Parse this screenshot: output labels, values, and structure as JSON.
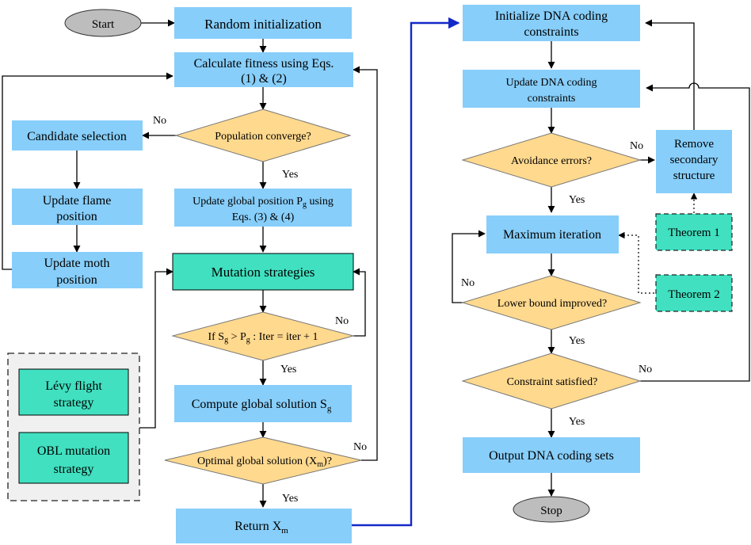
{
  "nodes": {
    "start": "Start",
    "random_init": "Random initialization",
    "calc_fitness_1": "Calculate fitness using Eqs.",
    "calc_fitness_2": "(1) & (2)",
    "pop_converge": "Population converge?",
    "candidate_sel": "Candidate selection",
    "update_flame_1": "Update flame",
    "update_flame_2": "position",
    "update_moth_1": "Update moth",
    "update_moth_2": "position",
    "update_global_1a": "Update global position P",
    "update_global_1sub": "g",
    "update_global_1b": " using",
    "update_global_2": "Eqs. (3) & (4)",
    "mutation": "Mutation strategies",
    "if_sg_a": "If S",
    "if_sg_sub1": "g",
    "if_sg_b": " > P",
    "if_sg_sub2": "g",
    "if_sg_c": " : Iter = iter + 1",
    "levy_1": "Lévy flight",
    "levy_2": "strategy",
    "obl_1": "OBL mutation",
    "obl_2": "strategy",
    "compute_global_a": "Compute global solution S",
    "compute_global_sub": "g",
    "optimal_a": "Optimal global solution (X",
    "optimal_sub": "m",
    "optimal_b": ")?",
    "return_a": "Return X",
    "return_sub": "m",
    "init_dna_1": "Initialize DNA coding",
    "init_dna_2": "constraints",
    "update_dna_1": "Update DNA coding",
    "update_dna_2": "constraints",
    "avoidance": "Avoidance errors?",
    "remove_1": "Remove",
    "remove_2": "secondary",
    "remove_3": "structure",
    "theorem1": "Theorem 1",
    "max_iter": "Maximum iteration",
    "theorem2": "Theorem 2",
    "lower_bound": "Lower bound improved?",
    "constraint_sat": "Constraint satisfied?",
    "output_dna": "Output DNA coding sets",
    "stop": "Stop"
  },
  "edge_labels": {
    "no_pop": "No",
    "yes_pop": "Yes",
    "no_if": "No",
    "yes_if": "Yes",
    "no_opt": "No",
    "yes_opt": "Yes",
    "no_avoid": "No",
    "yes_avoid": "Yes",
    "no_lower": "No",
    "yes_lower": "Yes",
    "no_constraint": "No",
    "yes_constraint": "Yes"
  },
  "colors": {
    "process": "#87cefa",
    "decision": "#ffd98e",
    "strategy": "#40e0c0",
    "terminal": "#bdbdbd",
    "flow_link": "#1428c8"
  }
}
